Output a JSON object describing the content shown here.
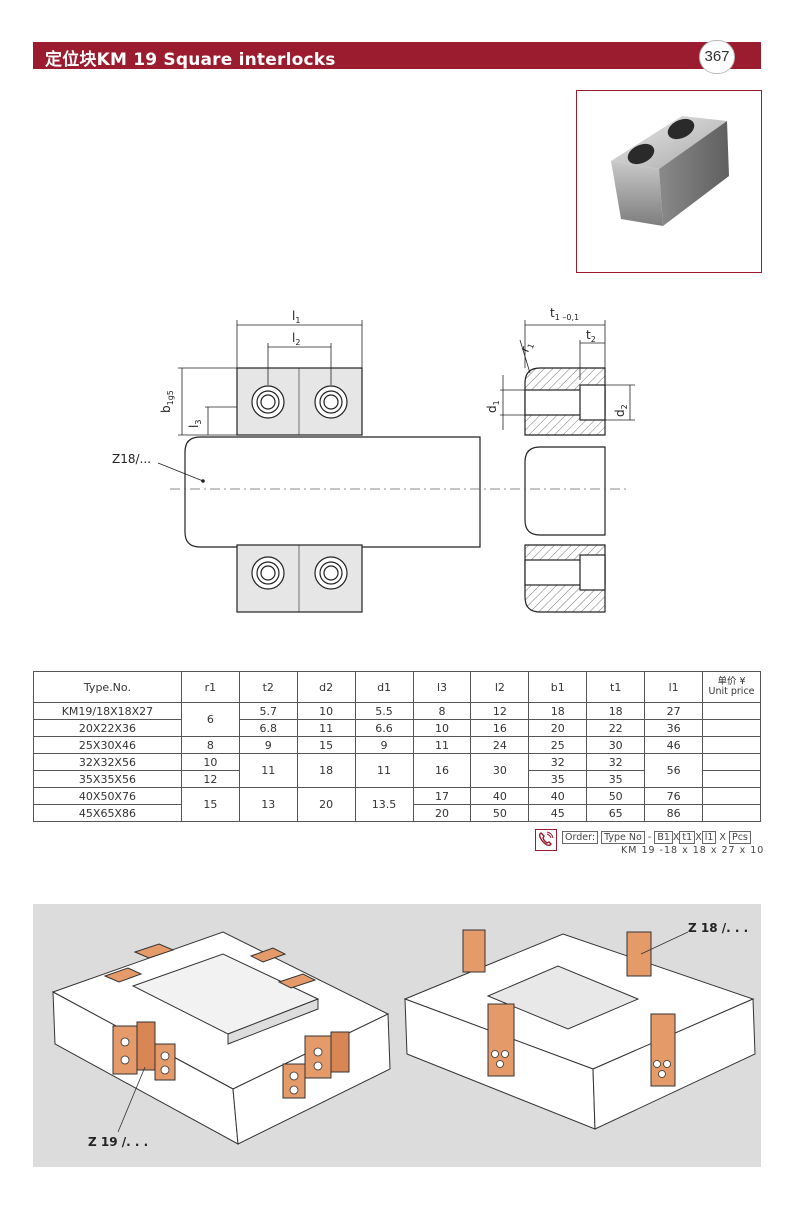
{
  "header": {
    "title": "定位块KM 19  Square interlocks",
    "page_number": "367"
  },
  "drawing": {
    "labels": {
      "l1": "l",
      "l1_sub": "1",
      "l2": "l",
      "l2_sub": "2",
      "b1": "b",
      "b1_sub": "1g5",
      "l3": "l",
      "l3_sub": "3",
      "z18": "Z18/...",
      "t1": "t",
      "t1_sub": "1 –0,1",
      "t2": "t",
      "t2_sub": "2",
      "r1": "r",
      "r1_sub": "1",
      "d1": "d",
      "d1_sub": "1",
      "d2": "d",
      "d2_sub": "2"
    }
  },
  "table": {
    "headers": [
      "Type.No.",
      "r1",
      "t2",
      "d2",
      "d1",
      "l3",
      "l2",
      "b1",
      "t1",
      "l1"
    ],
    "price_header": {
      "cn": "单价 ¥",
      "en": "Unit price"
    },
    "rows": [
      {
        "type": "KM19/18X18X27",
        "r1": "6",
        "t2": "5.7",
        "d2": "10",
        "d1": "5.5",
        "l3": "8",
        "l2": "12",
        "b1": "18",
        "t1": "18",
        "l1": "27"
      },
      {
        "type": "20X22X36",
        "t2": "6.8",
        "d2": "11",
        "d1": "6.6",
        "l3": "10",
        "l2": "16",
        "b1": "20",
        "t1": "22",
        "l1": "36"
      },
      {
        "type": "25X30X46",
        "r1": "8",
        "t2": "9",
        "d2": "15",
        "d1": "9",
        "l3": "11",
        "l2": "24",
        "b1": "25",
        "t1": "30",
        "l1": "46"
      },
      {
        "type": "32X32X56",
        "r1": "10",
        "t2": "11",
        "d2": "18",
        "d1": "11",
        "l3": "16",
        "l2": "30",
        "b1": "32",
        "t1": "32",
        "l1": "56"
      },
      {
        "type": "35X35X56",
        "r1": "12",
        "b1": "35",
        "t1": "35"
      },
      {
        "type": "40X50X76",
        "r1": "15",
        "t2": "13",
        "d2": "20",
        "d1": "13.5",
        "l3": "17",
        "l2": "40",
        "b1": "40",
        "t1": "50",
        "l1": "76"
      },
      {
        "type": "45X65X86",
        "l3": "20",
        "l2": "50",
        "b1": "45",
        "t1": "65",
        "l1": "86"
      }
    ]
  },
  "order": {
    "label": "Order:",
    "type_no": "Type No",
    "dash": "-",
    "b1": "B1",
    "x": "X",
    "t1": "t1",
    "l1": "l1",
    "pcs": "Pcs",
    "example": "KM 19 -18 x 18 x 27 x 10"
  },
  "application": {
    "label_left": "Z 19 /. . .",
    "label_right": "Z 18 /. . ."
  },
  "colors": {
    "brand": "#9b1c2e",
    "copper": "#e59a6a"
  }
}
